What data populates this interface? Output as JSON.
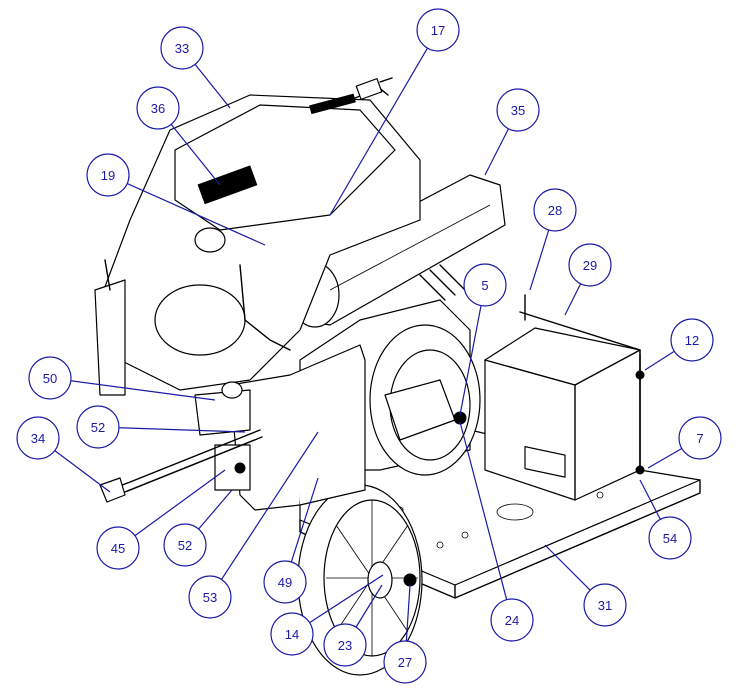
{
  "diagram": {
    "callouts": [
      {
        "id": "c33",
        "label": "33"
      },
      {
        "id": "c17",
        "label": "17"
      },
      {
        "id": "c36",
        "label": "36"
      },
      {
        "id": "c35",
        "label": "35"
      },
      {
        "id": "c19",
        "label": "19"
      },
      {
        "id": "c28",
        "label": "28"
      },
      {
        "id": "c29",
        "label": "29"
      },
      {
        "id": "c5",
        "label": "5"
      },
      {
        "id": "c12",
        "label": "12"
      },
      {
        "id": "c50",
        "label": "50"
      },
      {
        "id": "c52a",
        "label": "52"
      },
      {
        "id": "c34",
        "label": "34"
      },
      {
        "id": "c7",
        "label": "7"
      },
      {
        "id": "c45",
        "label": "45"
      },
      {
        "id": "c52b",
        "label": "52"
      },
      {
        "id": "c54",
        "label": "54"
      },
      {
        "id": "c53",
        "label": "53"
      },
      {
        "id": "c49",
        "label": "49"
      },
      {
        "id": "c31",
        "label": "31"
      },
      {
        "id": "c24",
        "label": "24"
      },
      {
        "id": "c14",
        "label": "14"
      },
      {
        "id": "c23",
        "label": "23"
      },
      {
        "id": "c27",
        "label": "27"
      }
    ],
    "colors": {
      "callout": "#1a1aa6",
      "linework": "#000000",
      "background": "#ffffff"
    }
  }
}
